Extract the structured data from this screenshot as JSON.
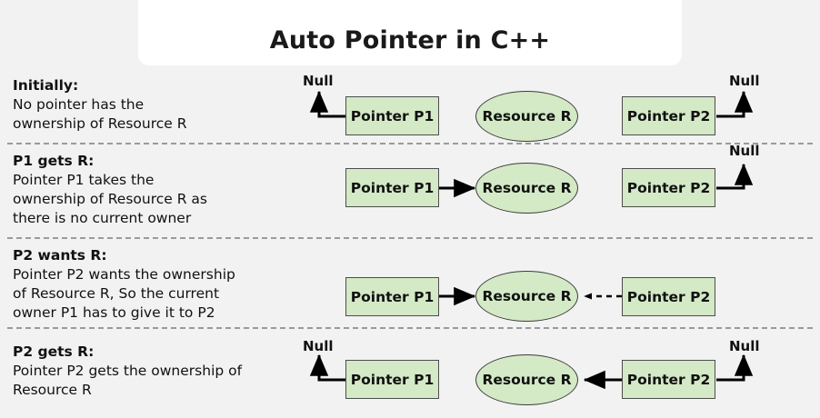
{
  "header": {
    "title": "Auto Pointer in C++"
  },
  "theme": {
    "background": "#f2f2f2",
    "card_background": "#ffffff",
    "node_fill": "#d4e9c6",
    "node_border": "#4d4d4d",
    "text": "#111111",
    "separator": "#9a9a9a",
    "arrow": "#000000"
  },
  "labels": {
    "pointer_p1": "Pointer P1",
    "pointer_p2": "Pointer P2",
    "resource_r": "Resource R",
    "null": "Null"
  },
  "steps": [
    {
      "id": "initially",
      "heading": "Initially:",
      "lines": [
        "No pointer has the",
        "ownership of Resource R"
      ],
      "p1_target": "Null",
      "p2_target": "Null",
      "resource_owner": "none"
    },
    {
      "id": "p1-gets-r",
      "heading": "P1 gets R:",
      "lines": [
        "Pointer P1 takes the",
        "ownership of Resource R as",
        "there is no current owner"
      ],
      "p1_target": "Resource R",
      "p2_target": "Null",
      "resource_owner": "P1"
    },
    {
      "id": "p2-wants-r",
      "heading": "P2 wants R:",
      "lines": [
        "Pointer P2 wants the ownership",
        "of Resource R, So the current",
        "owner P1 has to give it to P2"
      ],
      "p1_target": "Resource R",
      "p2_target": "Resource R (requested)",
      "resource_owner": "P1"
    },
    {
      "id": "p2-gets-r",
      "heading": "P2 gets R:",
      "lines": [
        "Pointer P2 gets the ownership of",
        "Resource R"
      ],
      "p1_target": "Null",
      "p2_target": "Resource R",
      "resource_owner": "P2"
    }
  ]
}
